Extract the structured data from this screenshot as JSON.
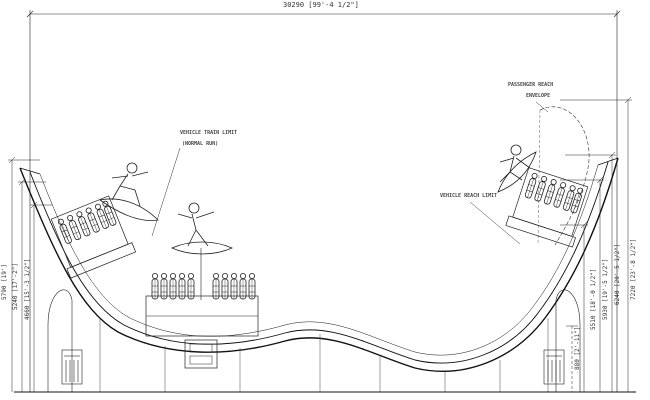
{
  "overall_width": "30290 [99'-4 1/2\"]",
  "annotations": {
    "passenger_reach_1": "PASSENGER REACH",
    "passenger_reach_2": "ENVELOPE",
    "vehicle_reach_limit": "VEHICLE REACH LIMIT",
    "vehicle_limit_1": "VEHICLE TRAIN LIMIT",
    "vehicle_limit_2": "(NORMAL RUN)"
  },
  "left_dims": [
    "5790 [19']",
    "5240 [17'-2\"]",
    "4660 [15'-3 1/2\"]"
  ],
  "right_dims": [
    "5510 [18'-0 1/2\"]",
    "5930 [19'-5 1/2\"]",
    "6240 [20'-5 1/2\"]",
    "7220 [23'-8 1/2\"]"
  ],
  "small_dim": "880 [2'-11\"]"
}
